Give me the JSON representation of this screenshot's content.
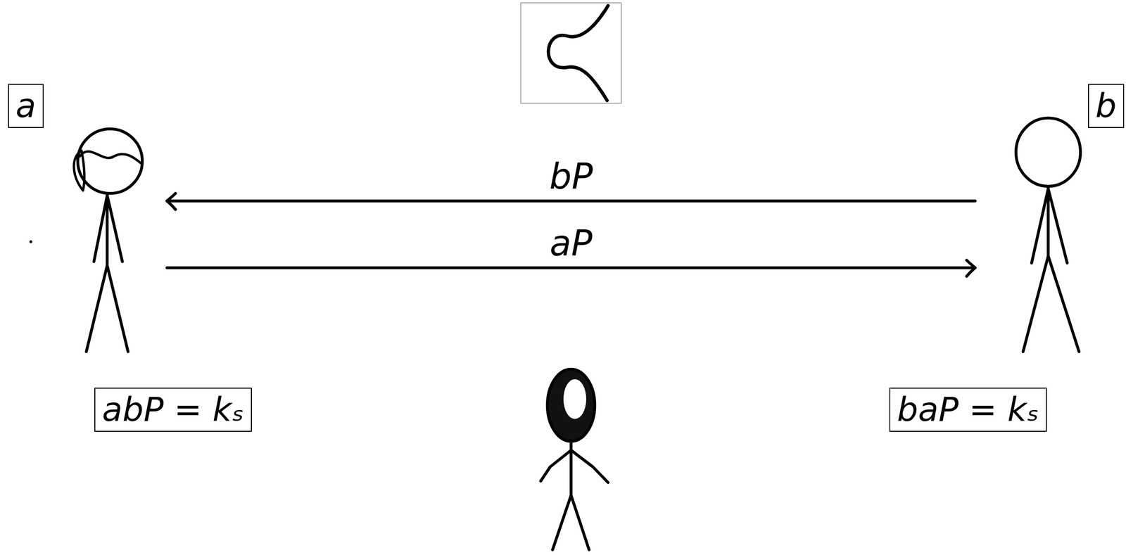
{
  "diagram": {
    "nodes": [
      {
        "text": [
          "a"
        ]
      },
      {
        "text": [
          "b"
        ]
      },
      {
        "text": [
          "abP = kₛ"
        ]
      },
      {
        "text": [
          "baP = kₛ"
        ]
      }
    ],
    "labels": [
      "bP",
      "aP"
    ]
  }
}
